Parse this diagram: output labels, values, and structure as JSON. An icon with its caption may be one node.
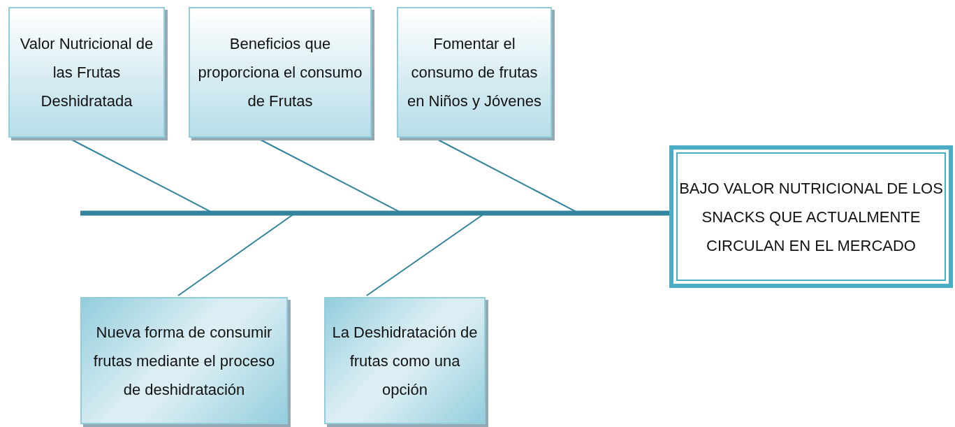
{
  "diagram": {
    "nodes": [
      {
        "text": [
          "Valor Nutricional de las Frutas Deshidratada"
        ]
      },
      {
        "text": [
          "Beneficios que proporciona el consumo de Frutas"
        ]
      },
      {
        "text": [
          "Fomentar el consumo de frutas en Niños y Jóvenes"
        ]
      },
      {
        "text": [
          "Nueva forma de consumir frutas mediante el proceso de deshidratación"
        ]
      },
      {
        "text": [
          "La Deshidratación de frutas como una opción"
        ]
      },
      {
        "text": [
          "BAJO VALOR NUTRICIONAL DE LOS SNACKS QUE ACTUALMENTE CIRCULAN EN EL MERCADO"
        ]
      }
    ],
    "edges": [
      {
        "from": 0,
        "to": 5,
        "arrow": "none"
      },
      {
        "from": 1,
        "to": 5,
        "arrow": "none"
      },
      {
        "from": 2,
        "to": 5,
        "arrow": "none"
      },
      {
        "from": 3,
        "to": 5,
        "arrow": "none"
      },
      {
        "from": 4,
        "to": 5,
        "arrow": "none"
      }
    ]
  }
}
